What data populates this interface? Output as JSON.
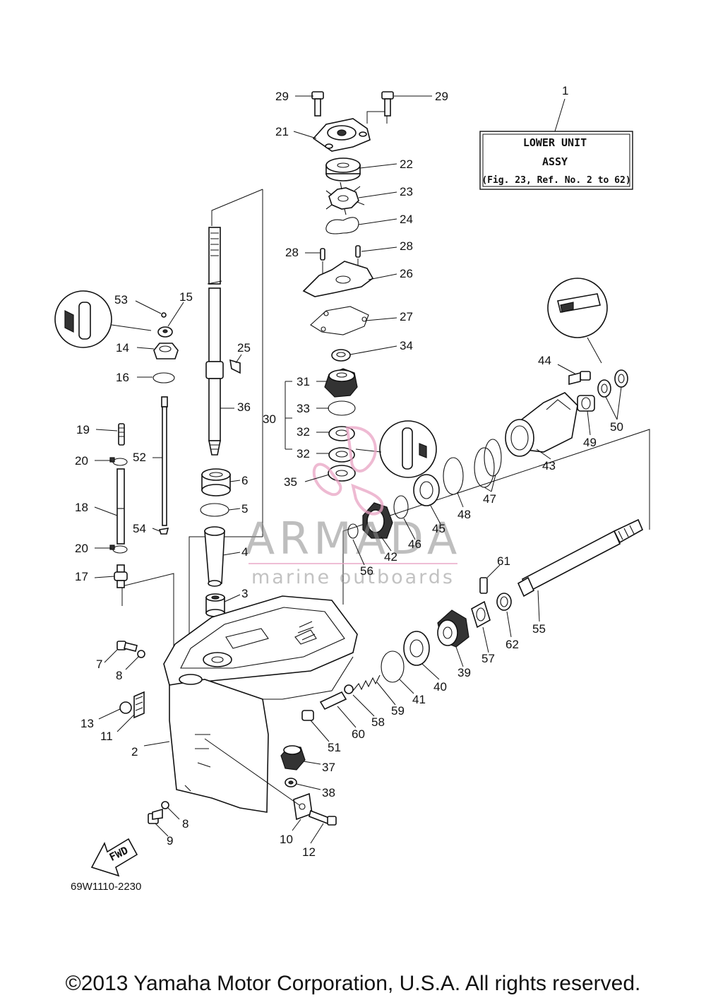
{
  "assembly_box": {
    "ref_number": "1",
    "line1": "LOWER UNIT",
    "line2": "ASSY",
    "line3": "(Fig. 23, Ref. No. 2 to 62)"
  },
  "callouts": [
    "1",
    "2",
    "3",
    "4",
    "5",
    "6",
    "7",
    "8",
    "9",
    "10",
    "11",
    "12",
    "13",
    "14",
    "15",
    "16",
    "17",
    "18",
    "19",
    "20",
    "21",
    "22",
    "23",
    "24",
    "25",
    "26",
    "27",
    "28",
    "29",
    "30",
    "31",
    "32",
    "33",
    "34",
    "35",
    "36",
    "37",
    "38",
    "39",
    "40",
    "41",
    "42",
    "43",
    "44",
    "45",
    "46",
    "47",
    "48",
    "49",
    "50",
    "51",
    "52",
    "53",
    "54",
    "55",
    "56",
    "57",
    "58",
    "59",
    "60",
    "61",
    "62"
  ],
  "labels": {
    "n29a": "29",
    "n29b": "29",
    "n21": "21",
    "n22": "22",
    "n23": "23",
    "n24": "24",
    "n28a": "28",
    "n28b": "28",
    "n26": "26",
    "n27": "27",
    "n34": "34",
    "n31": "31",
    "n33": "33",
    "n30": "30",
    "n32a": "32",
    "n32b": "32",
    "n35": "35",
    "n53": "53",
    "n15": "15",
    "n14": "14",
    "n16": "16",
    "n25": "25",
    "n36": "36",
    "n19": "19",
    "n20a": "20",
    "n52": "52",
    "n18": "18",
    "n54": "54",
    "n20b": "20",
    "n17": "17",
    "n6": "6",
    "n5": "5",
    "n4": "4",
    "n3": "3",
    "n44": "44",
    "n50": "50",
    "n49": "49",
    "n43": "43",
    "n47": "47",
    "n48": "48",
    "n45": "45",
    "n46": "46",
    "n42": "42",
    "n56": "56",
    "n61": "61",
    "n55": "55",
    "n62": "62",
    "n57": "57",
    "n39": "39",
    "n40": "40",
    "n41": "41",
    "n59": "59",
    "n58": "58",
    "n60": "60",
    "n51": "51",
    "n37": "37",
    "n38": "38",
    "n7": "7",
    "n8a": "8",
    "n13": "13",
    "n11": "11",
    "n2": "2",
    "n8b": "8",
    "n9": "9",
    "n10": "10",
    "n12": "12"
  },
  "fwd_label": "FWD",
  "drawing_code": "69W1110-2230",
  "watermark": {
    "brand": "ARMADA",
    "tagline": "marine outboards",
    "logo_color": "#e9a3c4"
  },
  "copyright": "©2013 Yamaha Motor Corporation, U.S.A. All rights reserved."
}
